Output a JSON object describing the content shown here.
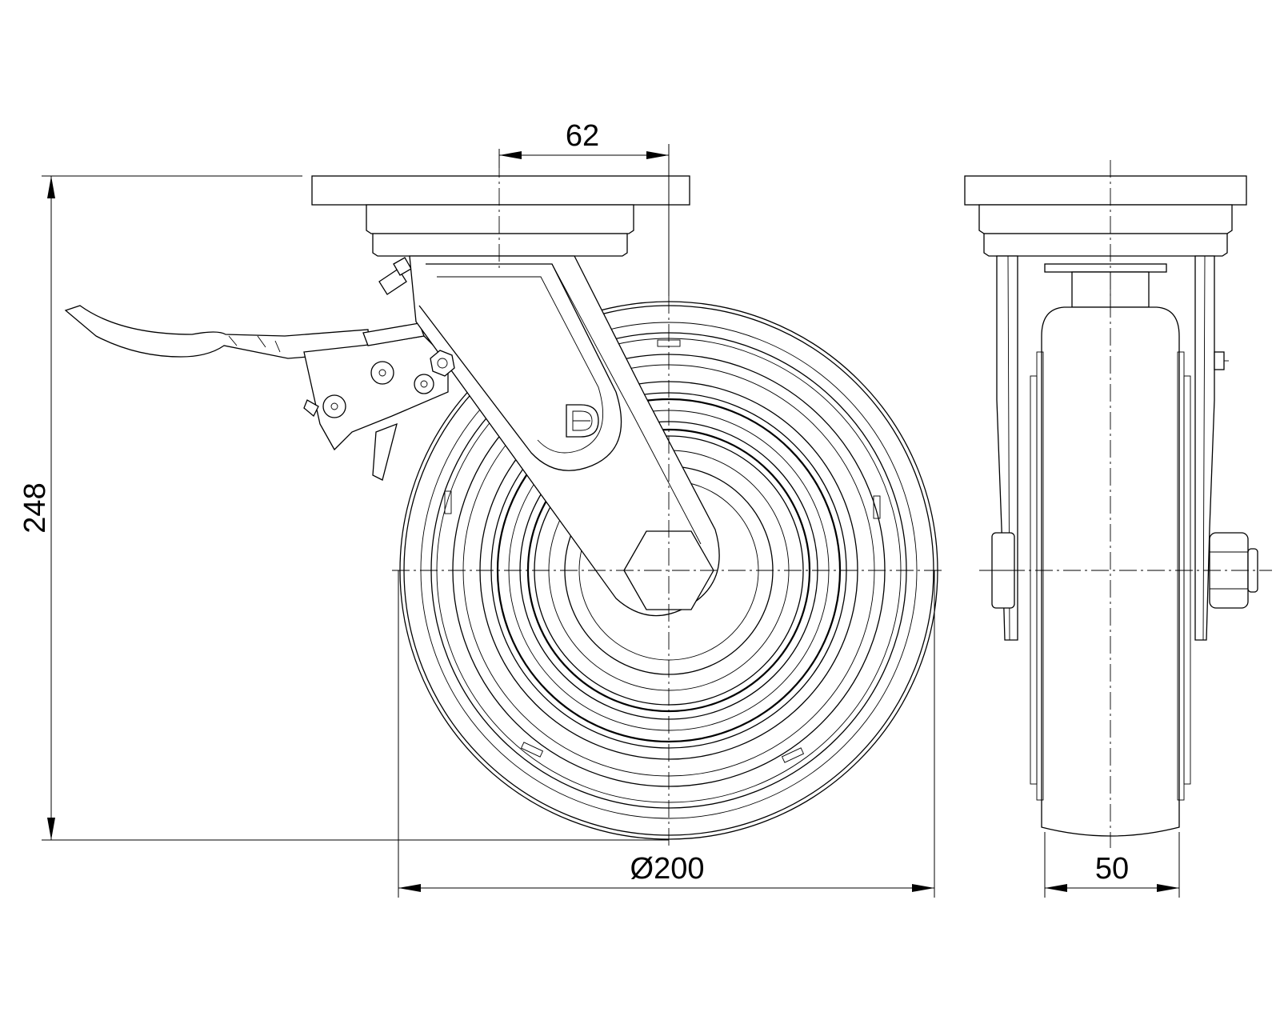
{
  "drawing": {
    "dimensions": {
      "offset": "62",
      "height": "248",
      "wheel_diameter": "Ø200",
      "wheel_width": "50"
    },
    "logo": "D"
  }
}
